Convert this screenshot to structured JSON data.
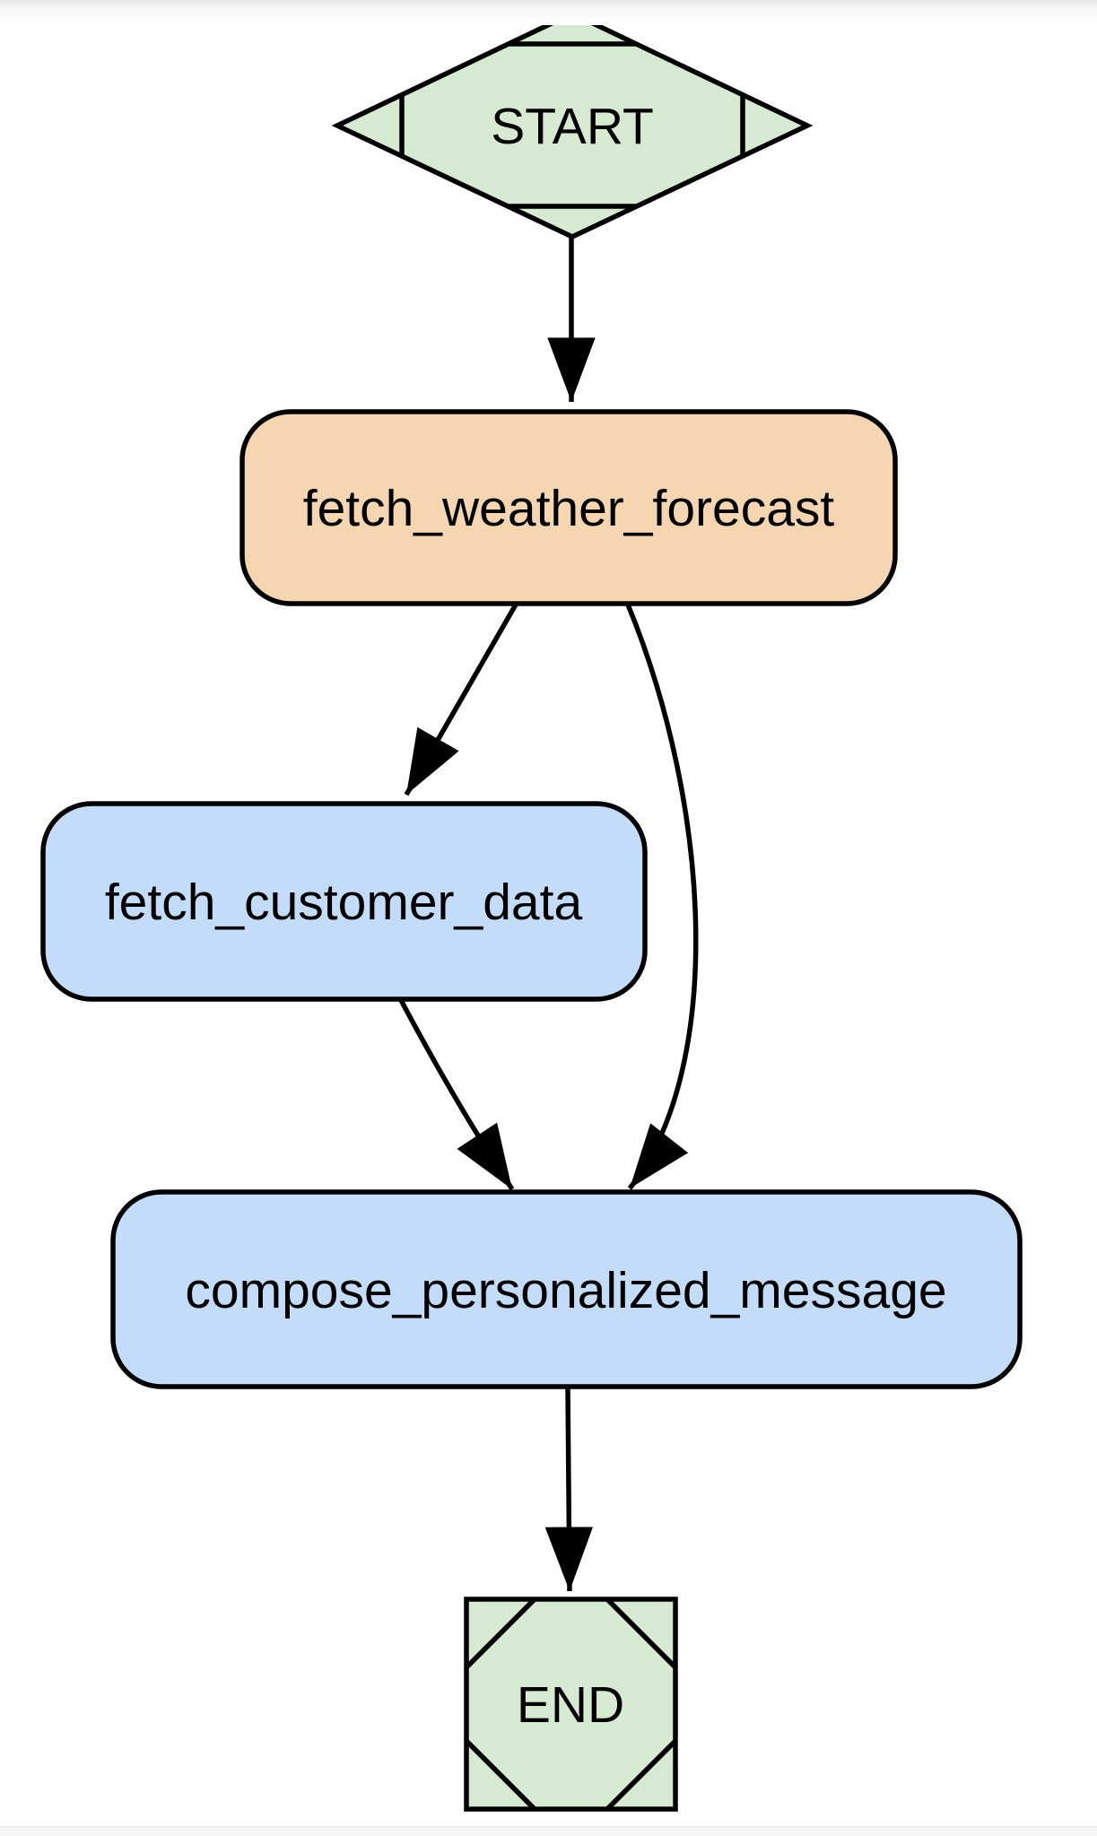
{
  "page": {
    "background_color": "#ffffff",
    "top_fade_color": "#e9e9e9",
    "bottom_bar_color": "#f5f5f5"
  },
  "diagram": {
    "type": "flowchart",
    "stroke_color": "#000000",
    "text_color": "#000000",
    "colors": {
      "terminal_node_fill": "#d5ead0",
      "highlighted_node_fill": "#f5d6b1",
      "task_node_fill": "#c3dcfa",
      "edge_color": "#000000"
    },
    "nodes": [
      {
        "id": "START",
        "label": "START",
        "shape": "mdiamond",
        "fill": "#d5ead0"
      },
      {
        "id": "fetch_weather_forecast",
        "label": "fetch_weather_forecast",
        "shape": "rounded-rectangle",
        "fill": "#f5d6b1"
      },
      {
        "id": "fetch_customer_data",
        "label": "fetch_customer_data",
        "shape": "rounded-rectangle",
        "fill": "#c3dcfa"
      },
      {
        "id": "compose_personalized_message",
        "label": "compose_personalized_message",
        "shape": "rounded-rectangle",
        "fill": "#c3dcfa"
      },
      {
        "id": "END",
        "label": "END",
        "shape": "msquare",
        "fill": "#d5ead0"
      }
    ],
    "edges": [
      {
        "from": "START",
        "to": "fetch_weather_forecast"
      },
      {
        "from": "fetch_weather_forecast",
        "to": "fetch_customer_data"
      },
      {
        "from": "fetch_weather_forecast",
        "to": "compose_personalized_message"
      },
      {
        "from": "fetch_customer_data",
        "to": "compose_personalized_message"
      },
      {
        "from": "compose_personalized_message",
        "to": "END"
      }
    ]
  }
}
